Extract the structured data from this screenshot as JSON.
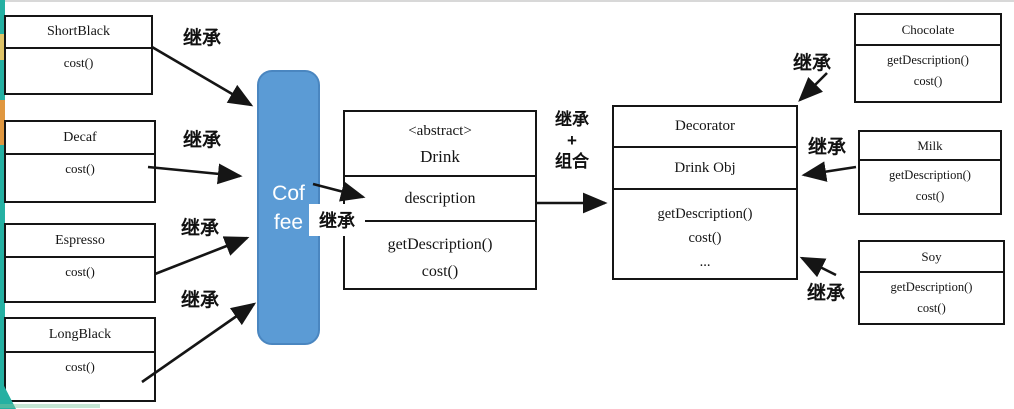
{
  "colors": {
    "coffee_fill": "#5b9bd5",
    "coffee_border": "#4a86c0",
    "edge_teal": "#25b0a2",
    "edge_yellow": "#dfc468",
    "edge_orange": "#e0973f",
    "line_black": "#151515"
  },
  "coffee": {
    "line1": "Cof",
    "line2": "fee"
  },
  "left_classes": [
    {
      "name": "ShortBlack",
      "method": "cost()"
    },
    {
      "name": "Decaf",
      "method": "cost()"
    },
    {
      "name": "Espresso",
      "method": "cost()"
    },
    {
      "name": "LongBlack",
      "method": "cost()"
    }
  ],
  "drink": {
    "stereotype": "<abstract>",
    "name": "Drink",
    "field": "description",
    "methods": [
      "getDescription()",
      "cost()"
    ]
  },
  "decorator": {
    "name": "Decorator",
    "field": "Drink Obj",
    "methods": [
      "getDescription()",
      "cost()",
      "..."
    ]
  },
  "condiments": [
    {
      "name": "Chocolate",
      "methods": [
        "getDescription()",
        "cost()"
      ]
    },
    {
      "name": "Milk",
      "methods": [
        "getDescription()",
        "cost()"
      ]
    },
    {
      "name": "Soy",
      "methods": [
        "getDescription()",
        "cost()"
      ]
    }
  ],
  "edge_labels": {
    "inherit_shortblack": "继承",
    "inherit_decaf": "继承",
    "inherit_espresso": "继承",
    "inherit_longblack": "继承",
    "inherit_coffee_drink": "继承",
    "inherit_compose_l1": "继承",
    "inherit_compose_l2": "+",
    "inherit_compose_l3": "组合",
    "inherit_chocolate": "继承",
    "inherit_milk": "继承",
    "inherit_soy": "继承"
  }
}
